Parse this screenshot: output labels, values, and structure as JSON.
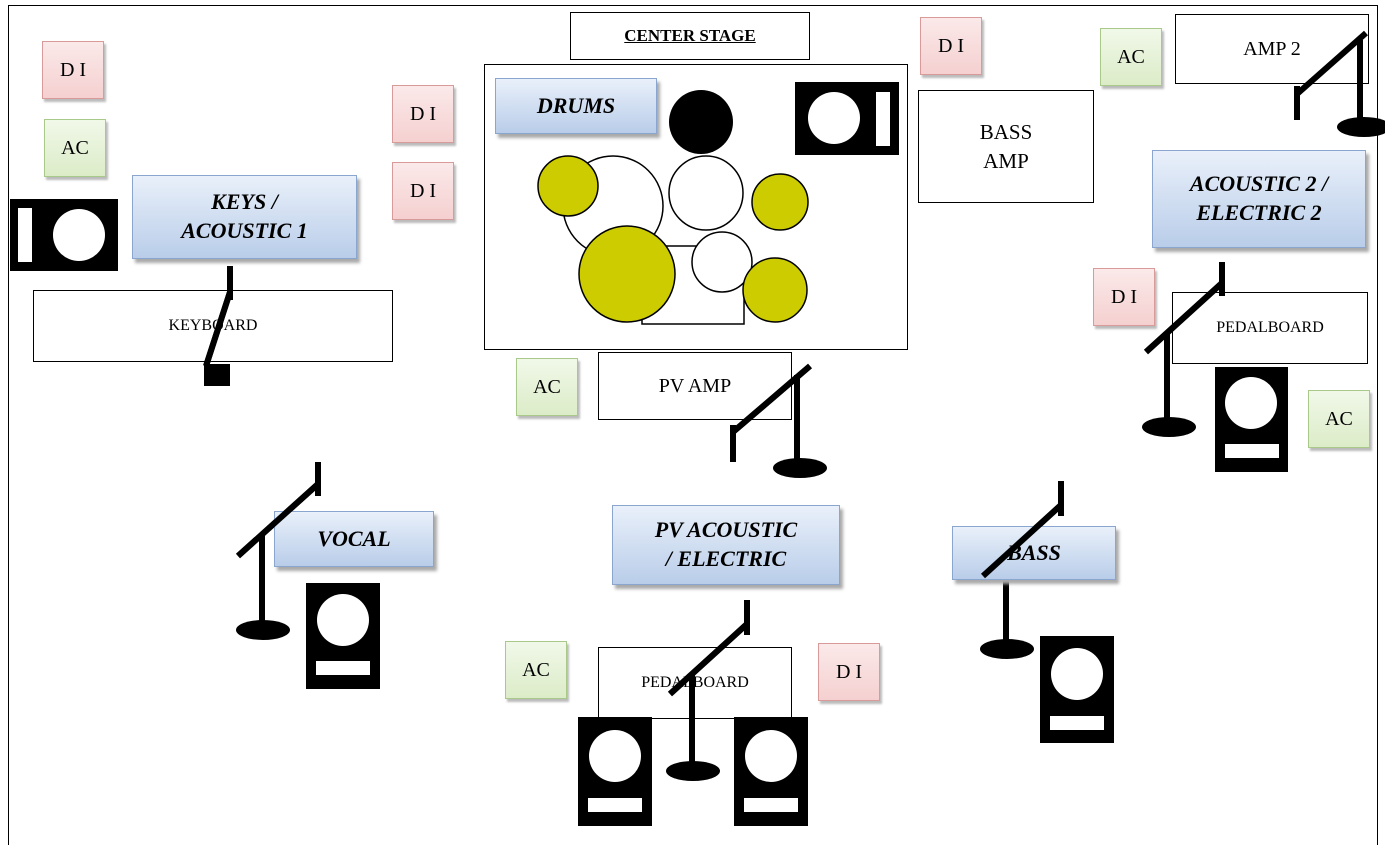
{
  "stage": {
    "center_stage": "CENTER STAGE",
    "labels": {
      "drums": "DRUMS",
      "keys": "KEYS /\nACOUSTIC 1",
      "acoustic2": "ACOUSTIC 2 /\nELECTRIC 2",
      "vocal": "VOCAL",
      "pv_acoustic": "PV ACOUSTIC\n/ ELECTRIC",
      "bass": "BASS"
    },
    "gear": {
      "keyboard": "KEYBOARD",
      "pv_amp": "PV AMP",
      "bass_amp": "BASS\nAMP",
      "amp2": "AMP 2",
      "pedalboard_right": "PEDALBOARD",
      "pedalboard_bottom": "PEDALBOARD"
    },
    "di_label": "D I",
    "ac_label": "AC"
  },
  "colors": {
    "cymbal": "#cccc00",
    "di_fill": "#f5d0d0",
    "ac_fill": "#dcecc8",
    "label_fill": "#b9cde9"
  }
}
